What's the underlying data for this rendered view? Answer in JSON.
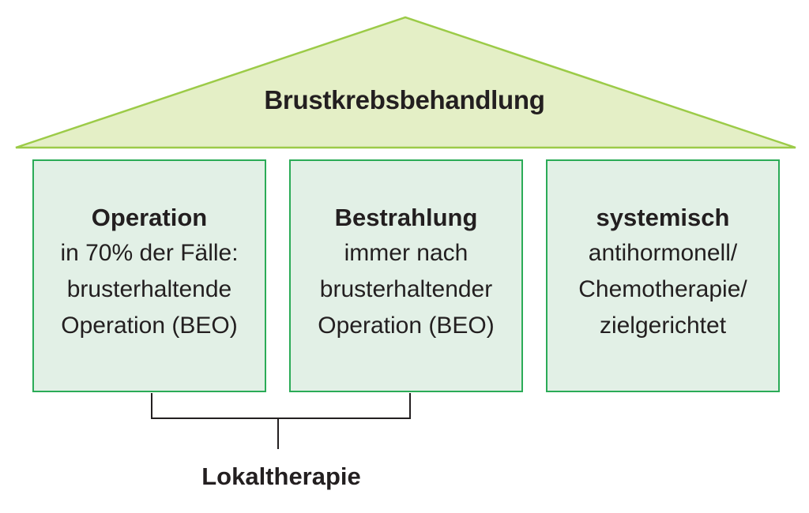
{
  "roof": {
    "title": "Brustkrebsbehandlung"
  },
  "pillars": [
    {
      "heading": "Operation",
      "lines": [
        "in 70% der Fälle:",
        "brusterhaltende",
        "Operation (BEO)"
      ]
    },
    {
      "heading": "Bestrahlung",
      "lines": [
        "immer nach",
        "brusterhaltender",
        "Operation (BEO)"
      ]
    },
    {
      "heading": "systemisch",
      "lines": [
        "antihormonell/",
        "Chemotherapie/",
        "zielgerichtet"
      ]
    }
  ],
  "bracket": {
    "label": "Lokaltherapie"
  },
  "colors": {
    "roof_fill": "#e4efc6",
    "roof_stroke": "#9ccb48",
    "pillar_fill": "#e2f0e6",
    "pillar_border": "#2bab57",
    "bracket_line": "#231f20",
    "text": "#231f20"
  }
}
